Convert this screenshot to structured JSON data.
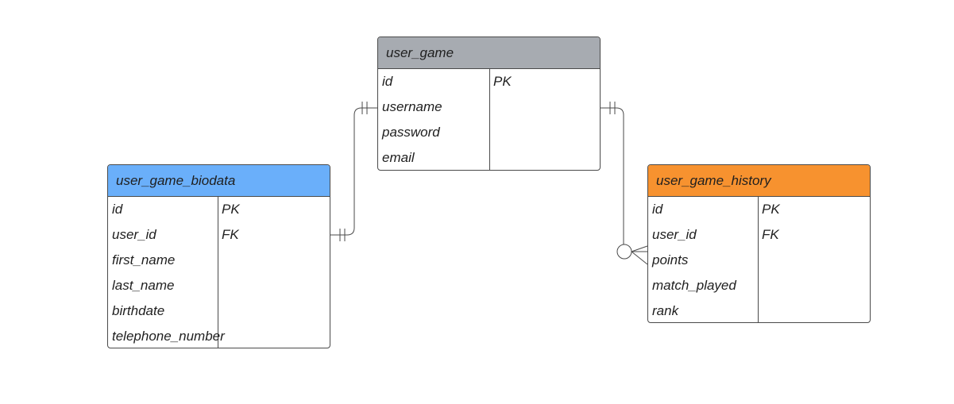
{
  "entities": {
    "user_game": {
      "name": "user_game",
      "header_color": "#a7abb1",
      "fields": [
        {
          "name": "id",
          "key": "PK"
        },
        {
          "name": "username",
          "key": ""
        },
        {
          "name": "password",
          "key": ""
        },
        {
          "name": "email",
          "key": ""
        }
      ]
    },
    "user_game_biodata": {
      "name": "user_game_biodata",
      "header_color": "#6aaffa",
      "fields": [
        {
          "name": "id",
          "key": "PK"
        },
        {
          "name": "user_id",
          "key": "FK"
        },
        {
          "name": "first_name",
          "key": ""
        },
        {
          "name": "last_name",
          "key": ""
        },
        {
          "name": "birthdate",
          "key": ""
        },
        {
          "name": "telephone_number",
          "key": ""
        }
      ]
    },
    "user_game_history": {
      "name": "user_game_history",
      "header_color": "#f7922f",
      "fields": [
        {
          "name": "id",
          "key": "PK"
        },
        {
          "name": "user_id",
          "key": "FK"
        },
        {
          "name": "points",
          "key": ""
        },
        {
          "name": "match_played",
          "key": ""
        },
        {
          "name": "rank",
          "key": ""
        }
      ]
    }
  },
  "relationships": [
    {
      "from": "user_game",
      "to": "user_game_biodata",
      "from_end": "one-and-only-one",
      "to_end": "one-and-only-one"
    },
    {
      "from": "user_game",
      "to": "user_game_history",
      "from_end": "one-and-only-one",
      "to_end": "zero-or-many"
    }
  ],
  "colors": {
    "line": "#4a4a4a",
    "text": "#1f1f1f"
  }
}
